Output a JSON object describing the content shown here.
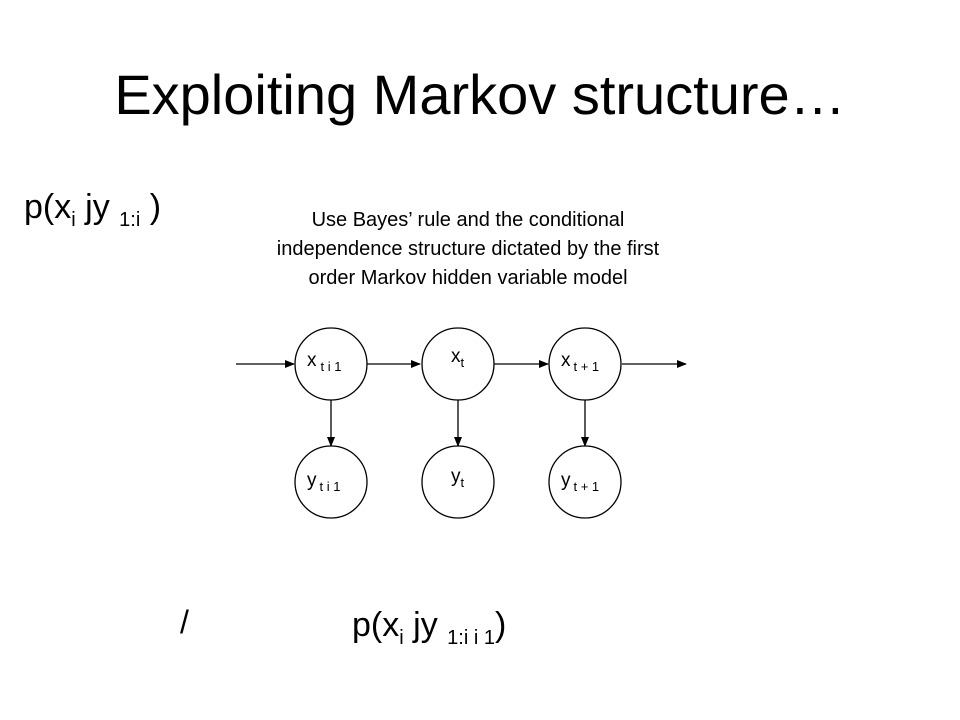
{
  "slide": {
    "title": "Exploiting Markov structure…",
    "caption": [
      "Use Bayes’ rule and the conditional",
      "independence structure dictated by the first",
      "order Markov hidden variable model"
    ],
    "eq_top": {
      "p": "p(x",
      "s1": "i",
      "mid": " jy ",
      "s2": "1:i",
      "close": " )"
    },
    "prop_symbol": "/",
    "eq_bottom": {
      "p": "p(x",
      "s1": "i",
      "mid": " jy ",
      "s2": "1:i i  1",
      "close": ")"
    }
  },
  "diagram": {
    "nodes": {
      "x_prev": {
        "base": "x",
        "sub": "t i  1"
      },
      "x_curr": {
        "base": "x",
        "sub": "t"
      },
      "x_next": {
        "base": "x",
        "sub": "t + 1"
      },
      "y_prev": {
        "base": "y",
        "sub": "t i  1"
      },
      "y_curr": {
        "base": "y",
        "sub": "t"
      },
      "y_next": {
        "base": "y",
        "sub": "t + 1"
      }
    }
  }
}
